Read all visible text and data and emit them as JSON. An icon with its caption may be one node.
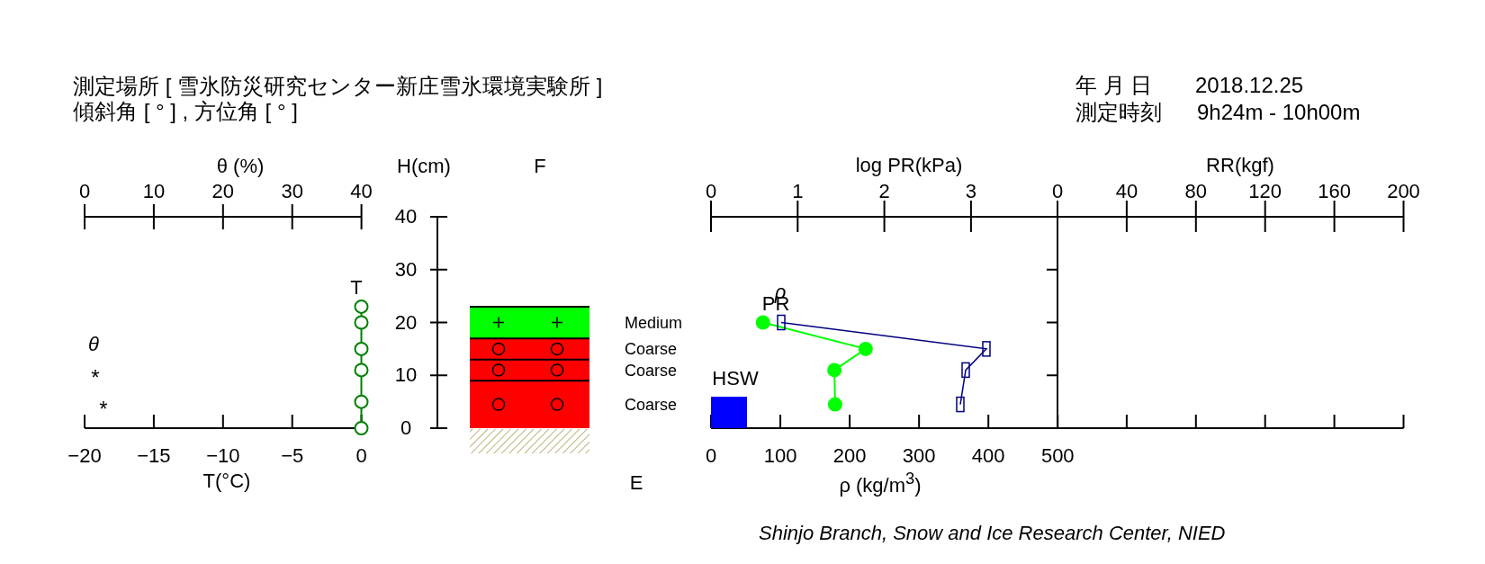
{
  "diagram": {
    "labels": [
      "測定場所 [ 雪氷防災研究センター新庄雪氷環境実験所 ]",
      "年 月 日",
      "2018.12.25",
      "傾斜角 [ ° ] , 方位角 [ ° ]",
      "測定時刻",
      "9h24m - 10h00m",
      "θ (%)",
      "H(cm)",
      "F",
      "log PR(kPa)",
      "RR(kgf)",
      "0",
      "10",
      "20",
      "30",
      "40",
      "0",
      "1",
      "2",
      "3",
      "0",
      "40",
      "80",
      "120",
      "160",
      "200",
      "40",
      "30",
      "T",
      "ρ",
      "PR",
      "20",
      "Medium",
      "θ",
      "Coarse",
      "*",
      "10",
      "Coarse",
      "HSW",
      "*",
      "Coarse",
      "0",
      "−20",
      "−15",
      "−10",
      "−5",
      "0",
      "0",
      "100",
      "200",
      "300",
      "400",
      "500",
      "T(°C)",
      "E",
      "ρ (kg/m$^{3}$)",
      "Shinjo Branch, Snow and Ice Research Center, NIED"
    ]
  }
}
